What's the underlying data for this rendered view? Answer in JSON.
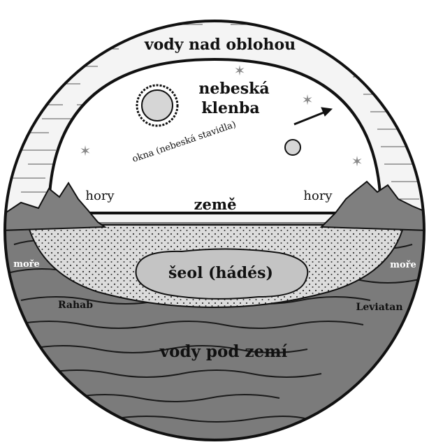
{
  "labels": {
    "waters_above": "vody nad oblohou",
    "firmament_line1": "nebeská",
    "firmament_line2": "klenba",
    "windows": "okna (nebeská stavidla)",
    "mountains_left": "hory",
    "earth": "země",
    "mountains_right": "hory",
    "sea_left": "moře",
    "sea_right": "moře",
    "sheol": "šeol (hádés)",
    "rahab": "Rahab",
    "leviathan": "Leviatan",
    "waters_below": "vody pod zemí"
  },
  "colors": {
    "outline": "#111111",
    "sky": "#ffffff",
    "heavenly_waters": "#f4f4f4",
    "mountains": "#7f7f7f",
    "earth_disc": "#dcdcdc",
    "sheol": "#c4c4c4",
    "deep_waters": "#7b7b7b",
    "stars": "#888888"
  },
  "icons": {
    "sun": "sun-icon",
    "moon": "moon-icon",
    "star": "star-icon",
    "arrow": "arrow-icon"
  }
}
